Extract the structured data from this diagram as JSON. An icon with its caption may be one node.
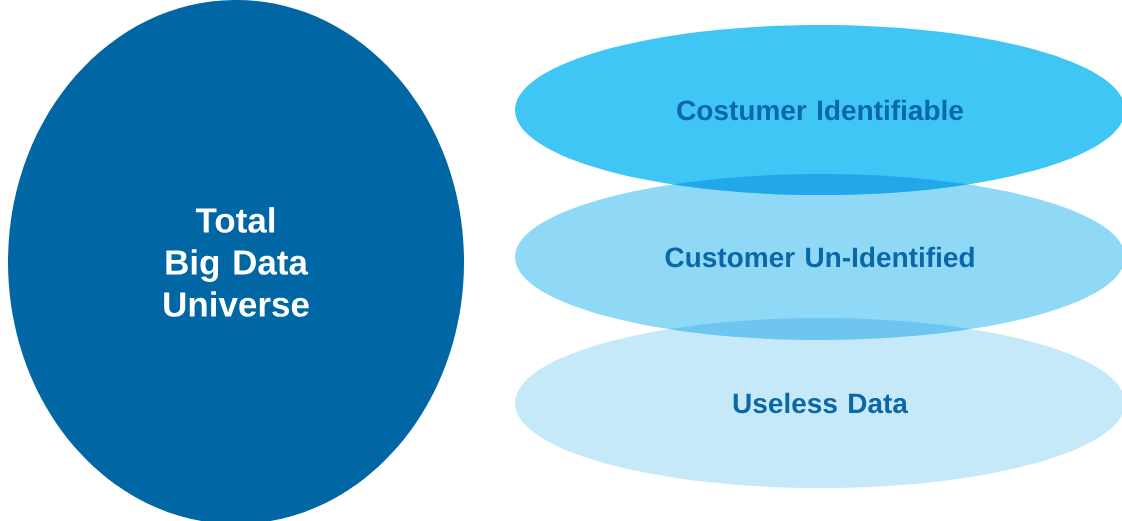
{
  "diagram": {
    "nodes": [
      {
        "text": [
          "Total Big Data Universe"
        ]
      },
      {
        "text": [
          "Costumer Identifiable"
        ]
      },
      {
        "text": [
          "Customer Un-Identified"
        ]
      },
      {
        "text": [
          "Useless Data"
        ]
      }
    ]
  }
}
